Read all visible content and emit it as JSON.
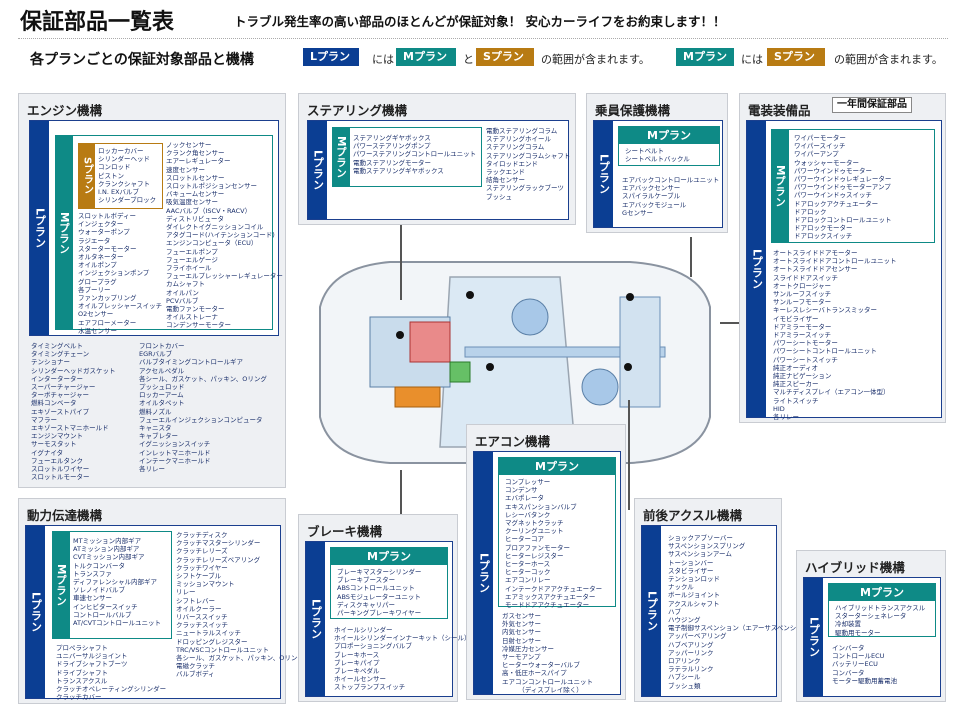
{
  "header": {
    "title": "保証部品一覧表",
    "tagline": "トラブル発生率の高い部品のほとんどが保証対象！ 安心カーライフをお約束します！！"
  },
  "legend": {
    "subtitle": "各プランごとの保証対象部品と機構",
    "l_plan": "Lプラン",
    "m_plan": "Mプラン",
    "s_plan": "Sプラン",
    "niwa": "には",
    "to": "と",
    "range1": "の範囲が含まれます。",
    "niwa2": "には",
    "range2": "の範囲が含まれます。"
  },
  "plans": {
    "L": "Lプラン",
    "M": "Mプラン",
    "S": "Sプラン"
  },
  "engine": {
    "title": "エンジン機構",
    "s_items": "ロッカーカバー\nシリンダーヘッド\nコンロッド\nピストン\nクランクシャフト\nI.N. EXバルブ\nシリンダーブロック",
    "m_col1": "スロットルボディー\nインジェクター\nウォーターポンプ\nラジエータ\nスターターモーター\nオルタネーター\nオイルポンプ\nインジェクションポンプ\nグロープラグ\n各プーリー\nファンカップリング\nオイルプレッシャースイッチ\nO2センサー\nエアフローメーター\n水温センサー",
    "m_col2": "ノックセンサー\nクランク角センサー\nエアーレギュレーター\n速度センサー\nスロットルセンサー\nスロットルポジションセンサー\nバキュームセンサー\n吸気温度センサー\nAACバルブ（ISCV・RACV）\nディストリビュータ\nダイレクトイグニッションコイル\nアタグコード(ハイテンションコード)\nエンジンコンピュータ（ECU）\nフューエルポンプ\nフューエルゲージ\nフライホイール\nフューエルプレッシャーレギュレーター\nカムシャフト\nオイルパン\nPCVバルブ\n電動ファンモーター\nオイルストレーナ\nコンデンサーモーター",
    "l_col1": "タイミングベルト\nタイミングチェーン\nテンショナー\nシリンダーヘッドガスケット\nインターターター\nスーパーチャージャー\nターボチャージャー\n燃料コンベータ\nエキゾーストパイプ\nマフラー\nエキゾーストマニホールド\nエンジンマウント\nサーモスタット\nイグナイタ\nフューエルタンク\nスロットルワイヤー\nスロットルモーター",
    "l_col2": "フロントカバー\nEGRバルブ\nバルブタイミングコントロールギア\nアクセルペダル\n各シール、ガスケット、パッキン、Oリング\nプッシュロッド\nロッカーアーム\nオイルタペット\n燃料ノズル\nフューエルインジェクションコンピュータ\nキャニスタ\nキャブレター\nイグニッションスイッチ\nインレットマニホールド\nインテークマニホールド\n各リレー"
  },
  "steering": {
    "title": "ステアリング機構",
    "m_col1": "ステアリングギヤボックス\nパワーステアリングポンプ\nパワーステアリングコントロールユニット\n電動ステアリングモーター\n電動ステアリングギヤボックス",
    "m_col2": "電動ステアリングコラム\nステアリングホイール\nステアリングコラム\nステアリングコラムシャフト\nタイロッドエンド\nラックエンド\n結角センサー\nステアリングラックブーツ\nブッシュ"
  },
  "occupant": {
    "title": "乗員保護機構",
    "m_items": "シートベルト\nシートベルトバックル",
    "l_items": "エアバックコントロールユニット\nエアバックセンサー\nスパイラルケーブル\nエアバックモジュール\nGセンサー"
  },
  "electrical": {
    "title": "電装装備品",
    "note": "一年間保証部品",
    "m_items": "ワイパーモーター\nワイパースイッチ\nワイパーアンプ\nウォッシャーモーター\nパワーウインドゥモーター\nパワーウインドゥレギュレーター\nパワーウインドゥモーターアンプ\nパワーウインドゥスイッチ\nドアロックアクチュエーター\nドアロック\nドアロックコントロールユニット\nドアロックモーター\nドアロックスイッチ",
    "l_items": "オートスライドドアモーター\nオートスライドドアコントロールユニット\nオートスライドドアセンサー\nスライドドアスイッチ\nオートクロージャー\nサンルーフスイッチ\nサンルーフモーター\nキーレスレシーバトランスミッター\nイモビライザー\nドアミラーモーター\nドアミラースイッチ\nパワーシートモーター\nパワーシートコントロールユニット\nパワーシートスイッチ\n純正オーディオ\n純正ナビゲーション\n純正スピーカー\nマルチディスプレイ（エアコン一体型）\nライトスイッチ\nHID\n各リレー"
  },
  "aircon": {
    "title": "エアコン機構",
    "m_items": "コンプレッサー\nコンデンサ\nエバポレータ\nエキスパンションバルブ\nレシーバタンク\nマグネットクラッチ\nクーリングユニット\nヒーターコア\nブロアファンモーター\nヒーターレジスター\nヒーターホース\nヒーターコック\nエアコンリレー\nインテークドアアクチュエーター\nエアミックスアクチュエーター\nモードドアアクチュエーター",
    "l_items": "ガスセンサー\n外気センサー\n内気センサー\n日射センサー\n冷媒圧力センサー\nサーモアンプ\nヒーターウォーターバルブ\n高・低圧ホースパイプ\nエアコンコントロールユニット\n　　　（ディスプレイ除く）"
  },
  "drivetrain": {
    "title": "動力伝達機構",
    "m_col1": "MTミッション内部ギア\nATミッション内部ギア\nCVTミッション内部ギア\nトルクコンバータ\nトランスファ\nディファレンシャル内部ギア\nソレノイドバルブ\n車速センサー\nインヒビタースイッチ\nコントロールバルブ\nAT/CVTコントロールユニット",
    "m_col2": "クラッチディスク\nクラッチマスターシリンダー\nクラッチレリーズ\nクラッチレリーズベアリング\nクラッチワイヤー\nシフトケーブル\nミッションマウント\nリレー\nシフトレバー\nオイルクーラー\nリバーススイッチ\nクラッチスイッチ\nニュートラルスイッチ\nドロッピングレジスター\nTRC/VSCコントロールユニット\n各シール、ガスケット、パッキン、Oリング\n電磁クラッチ\nバルブボディ",
    "l_col1": "プロペラシャフト\nユニバーサルジョイント\nドライブシャフトブーツ\nドライブシャフト\nトランスアクスル\nクラッチオペレーティングシリンダー\nクラッチカバー"
  },
  "brake": {
    "title": "ブレーキ機構",
    "m_items": "ブレーキマスターシリンダー\nブレーキブースター\nABSコントロールユニット\nABSモジュレーターユニット\nディスクキャリパー\nパーキングブレーキワイヤー",
    "l_items": "ホイールシリンダー\nホイールシリンダーインナーキット（シール）\nプロポーショニングバルブ\nブレーキホース\nブレーキパイプ\nブレーキペダル\nホイールセンサー\nストップランプスイッチ"
  },
  "axle": {
    "title": "前後アクスル機構",
    "l_items": "ショックアブソーバー\nサスペンションスプリング\nサスペンションアーム\nトーションバー\nスタビライザー\nテンションロッド\nナックル\nボールジョイント\nアクスルシャフト\nハブ\nハウジング\n電子制御サスペンション（エアーサスペンション）\nアッパーベアリング\nハブベアリング\nアッパーリンク\nロアリンク\nラテラルリンク\nハブシール\nブッシュ類"
  },
  "hybrid": {
    "title": "ハイブリッド機構",
    "m_items": "ハイブリッドトランスアクスル\nスターターシェネレータ\n冷却装置\n駆動用モーター",
    "l_items": "インバータ\nコントロールECU\nバッテリーECU\nコンバータ\nモーター駆動用蓄電池"
  }
}
